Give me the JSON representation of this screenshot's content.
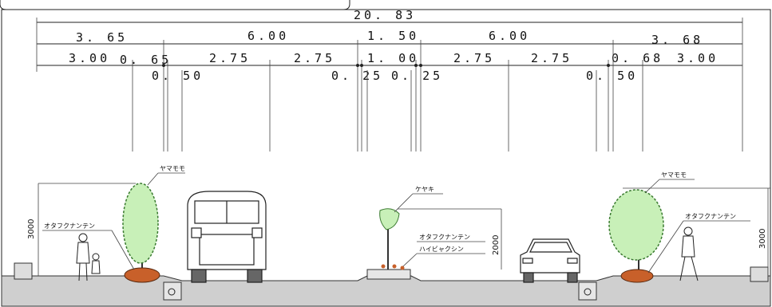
{
  "dimensions": {
    "total": "20. 83",
    "row1": [
      "3. 65",
      "6.00",
      "1. 50",
      "6.00",
      "3. 68"
    ],
    "row2": [
      "3.00",
      "0. 65",
      "2.75",
      "2.75",
      "1. 00",
      "2.75",
      "2.75",
      "0. 68",
      "3.00"
    ],
    "row3": [
      "0. 50",
      "0. 25",
      "0. 25",
      "0. 50"
    ]
  },
  "plants": {
    "left_tree": "ヤマモモ",
    "left_shrub": "オタフクナンテン",
    "median_tree": "ケヤキ",
    "median_shrub1": "オタフクナンテン",
    "median_shrub2": "ハイビャクシン",
    "right_tree": "ヤマモモ",
    "right_shrub": "オタフクナンテン"
  },
  "heights": {
    "left": "3000",
    "median": "2000",
    "right": "3000"
  },
  "colors": {
    "foliage": "#c8f0b8",
    "soil": "#c8602a",
    "ground": "#c8c8c8"
  }
}
